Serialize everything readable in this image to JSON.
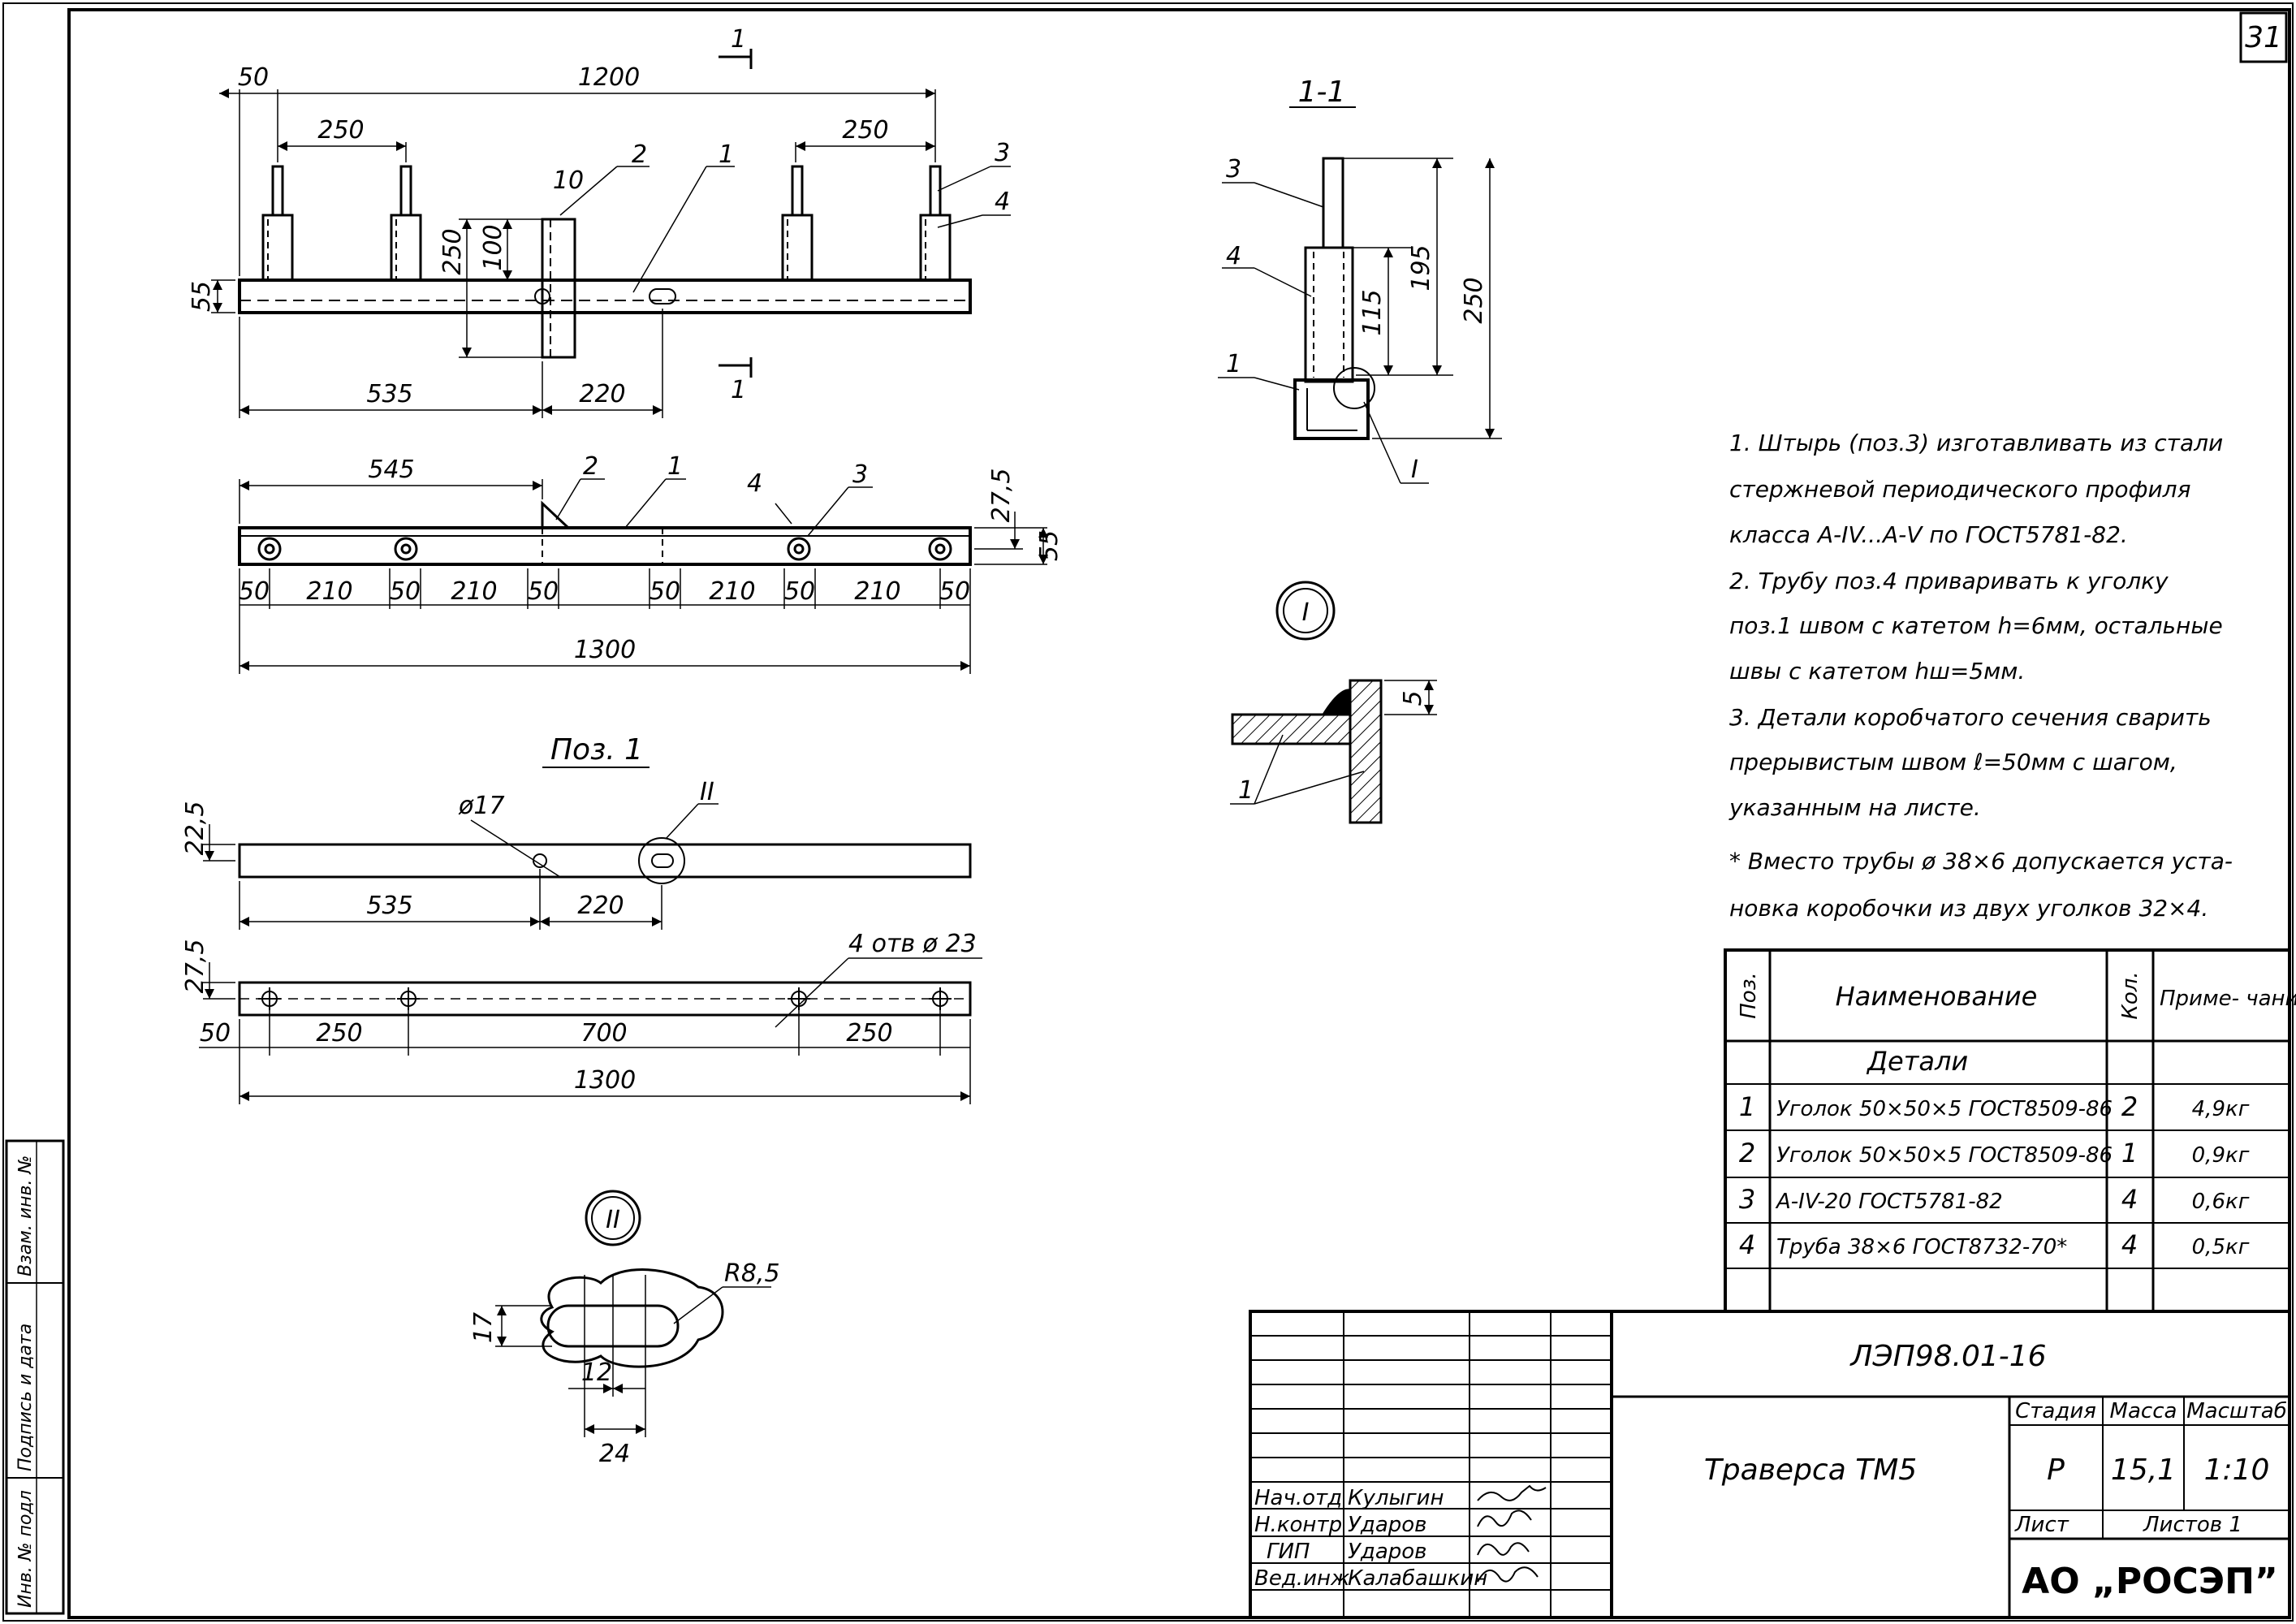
{
  "sheet": {
    "page_number": "31",
    "side_stamps": [
      "Инв. № подл",
      "Подпись и дата",
      "Взам. инв. №"
    ]
  },
  "front_view": {
    "dims": {
      "d50": "50",
      "d1200": "1200",
      "d250a": "250",
      "d250b": "250",
      "d10": "10",
      "d100": "100",
      "d250v": "250",
      "d55": "55",
      "d535": "535",
      "d220": "220"
    },
    "section_mark": "1",
    "callouts": [
      "1",
      "2",
      "3",
      "4"
    ]
  },
  "plan_view": {
    "dims": {
      "d545": "545",
      "d27_5": "27,5",
      "d55": "55",
      "segments": [
        "50",
        "210",
        "50",
        "210",
        "50",
        "50",
        "210",
        "50",
        "210",
        "50"
      ],
      "d1300": "1300"
    },
    "callouts": [
      "2",
      "1",
      "4",
      "3"
    ]
  },
  "pos1": {
    "title": "Поз. 1",
    "hole_label": "ø17",
    "detail_mark": "II",
    "dims": {
      "d22_5": "22,5",
      "d535": "535",
      "d220": "220"
    }
  },
  "pos1_plan": {
    "holes_label": "4 отв ø 23",
    "dims": {
      "d27_5": "27,5",
      "d50": "50",
      "d250a": "250",
      "d700": "700",
      "d250b": "250",
      "d1300": "1300"
    }
  },
  "detail2": {
    "mark": "II",
    "dims": {
      "d17": "17",
      "r": "R8,5",
      "d12": "12",
      "d24": "24"
    }
  },
  "section11": {
    "title": "1-1",
    "callouts": [
      "3",
      "4",
      "1"
    ],
    "dims": {
      "d195": "195",
      "d115": "115",
      "d250": "250"
    },
    "detail_ref": "I"
  },
  "detail1": {
    "mark": "I",
    "dims": {
      "d5": "5"
    },
    "callout": "1"
  },
  "notes": [
    "1. Штырь (поз.3) изготавливать из стали",
    "стержневой периодического профиля",
    "класса А-IV...А-V по ГОСТ5781-82.",
    "2. Трубу поз.4 приваривать к уголку",
    "поз.1 швом с катетом h=6мм, остальные",
    "швы с катетом hш=5мм.",
    "3. Детали коробчатого сечения сварить",
    "прерывистым швом ℓ=50мм с шагом,",
    "указанным на листе.",
    "* Вместо трубы ø 38×6 допускается уста-",
    "новка коробочки из двух уголков 32×4."
  ],
  "spec": {
    "headers": {
      "pos": "Поз.",
      "name": "Наименование",
      "qty": "Кол.",
      "note": "Приме- чание"
    },
    "section": "Детали",
    "rows": [
      {
        "pos": "1",
        "name": "Уголок 50×50×5 ГОСТ8509-86",
        "qty": "2",
        "note": "4,9кг"
      },
      {
        "pos": "2",
        "name": "Уголок 50×50×5 ГОСТ8509-86",
        "qty": "1",
        "note": "0,9кг"
      },
      {
        "pos": "3",
        "name": "А-IV-20 ГОСТ5781-82",
        "qty": "4",
        "note": "0,6кг"
      },
      {
        "pos": "4",
        "name": "Труба 38×6 ГОСТ8732-70*",
        "qty": "4",
        "note": "0,5кг"
      }
    ]
  },
  "title_block": {
    "doc_code": "ЛЭП98.01-16",
    "title": "Траверса ТМ5",
    "stage_label": "Стадия",
    "mass_label": "Масса",
    "scale_label": "Масштаб",
    "stage": "Р",
    "mass": "15,1",
    "scale": "1:10",
    "sheet_label": "Лист",
    "sheets_label": "Листов 1",
    "company": "АО „РОСЭП”",
    "people": [
      {
        "role": "Нач.отд",
        "name": "Кулыгин"
      },
      {
        "role": "Н.контр",
        "name": "Ударов"
      },
      {
        "role": "ГИП",
        "name": "Ударов"
      },
      {
        "role": "Вед.инж",
        "name": "Калабашкин"
      }
    ]
  }
}
